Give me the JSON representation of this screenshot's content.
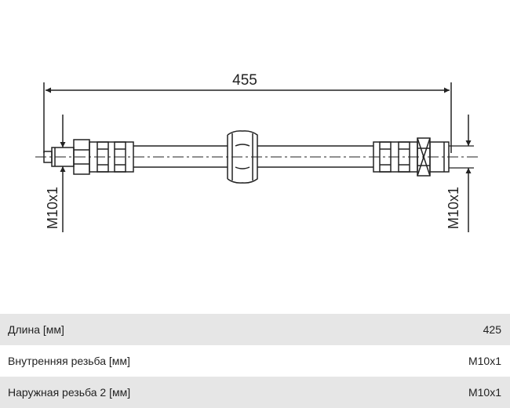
{
  "drawing": {
    "overall_length_label": "455",
    "left_thread_label": "M10x1",
    "right_thread_label": "M10x1"
  },
  "specs": [
    {
      "label": "Длина [мм]",
      "value": "425"
    },
    {
      "label": "Внутренняя резьба [мм]",
      "value": "M10x1"
    },
    {
      "label": "Наружная резьба 2 [мм]",
      "value": "M10x1"
    }
  ],
  "colors": {
    "line": "#222222",
    "row_shade": "#e6e6e6"
  }
}
